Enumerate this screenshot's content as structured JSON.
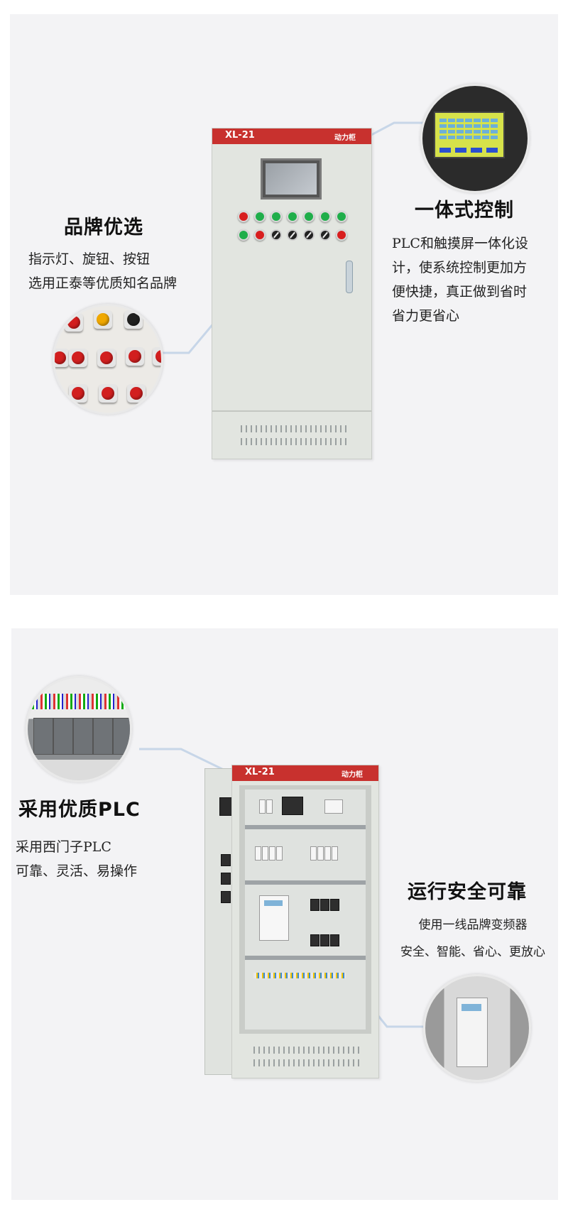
{
  "section1": {
    "cabinet": {
      "model": "XL-21",
      "label": "动力柜"
    },
    "left_feature": {
      "title": "品牌优选",
      "lines": [
        "指示灯、旋钮、按钮",
        "选用正泰等优质知名品牌"
      ]
    },
    "right_feature": {
      "title": "一体式控制",
      "lines": [
        "PLC和触摸屏一体化设",
        "计，使系统控制更加方",
        "便快捷，真正做到省时",
        "省力更省心"
      ]
    }
  },
  "section2": {
    "cabinet": {
      "model": "XL-21",
      "label": "动力柜"
    },
    "left_feature": {
      "title": "采用优质PLC",
      "lines": [
        "采用西门子PLC",
        "可靠、灵活、易操作"
      ]
    },
    "right_feature": {
      "title": "运行安全可靠",
      "lines": [
        "使用一线品牌变频器",
        "安全、智能、省心、更放心"
      ]
    }
  },
  "colors": {
    "panel_bg": "#f3f3f5",
    "cabinet_header": "#c8312e",
    "cabinet_body": "#e2e5e0",
    "connector_line": "#c7d6e8"
  }
}
